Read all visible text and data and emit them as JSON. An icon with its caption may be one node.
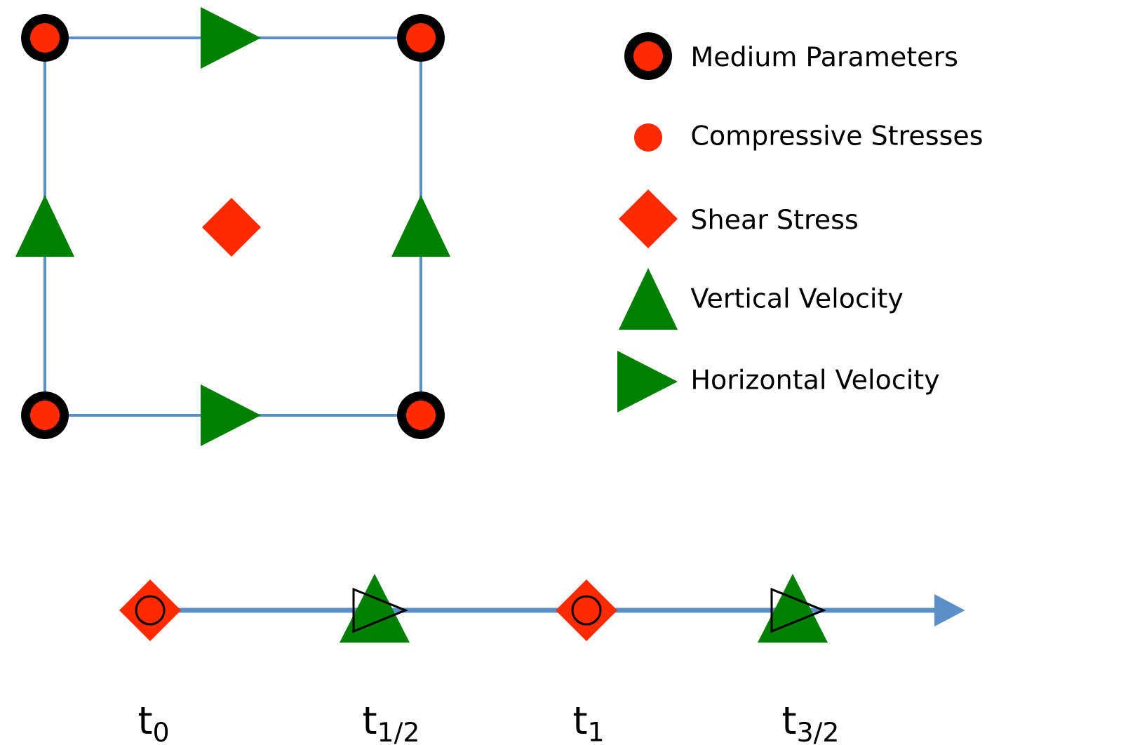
{
  "diagram": {
    "labels": [
      "t$_{0}$",
      "t$_{1/2}$",
      "t$_{1}$",
      "t$_{3/2}$"
    ],
    "legend": [
      {
        "text": "Medium Parameters"
      },
      {
        "text": "Compressive Stresses"
      },
      {
        "text": "Shear Stress"
      },
      {
        "text": "Vertical Velocity"
      },
      {
        "text": "Horizontal Velocity"
      }
    ]
  }
}
